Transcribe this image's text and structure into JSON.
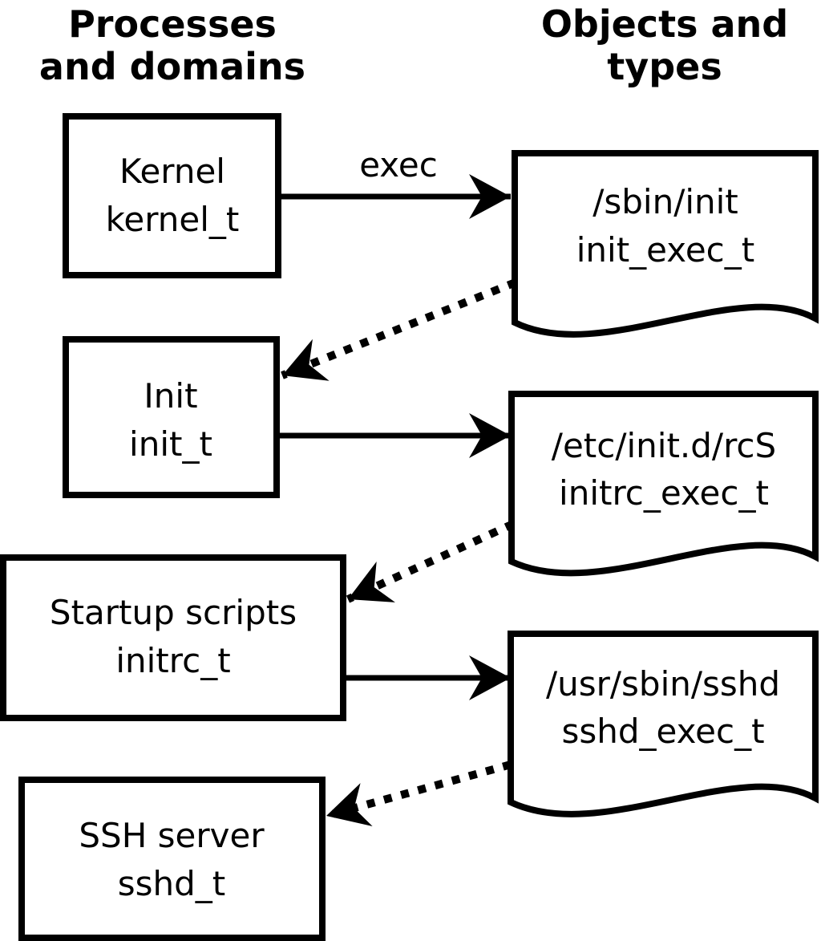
{
  "page": {
    "background_color": "#ffffff",
    "ink_color": "#000000"
  },
  "headers": {
    "left": {
      "line1": "Processes",
      "line2": "and domains"
    },
    "right": {
      "line1": "Objects and",
      "line2": "types"
    }
  },
  "process_nodes": [
    {
      "label": "Kernel",
      "domain": "kernel_t"
    },
    {
      "label": "Init",
      "domain": "init_t"
    },
    {
      "label": "Startup scripts",
      "domain": "initrc_t"
    },
    {
      "label": "SSH server",
      "domain": "sshd_t"
    }
  ],
  "object_nodes": [
    {
      "path": "/sbin/init",
      "type": "init_exec_t"
    },
    {
      "path": "/etc/init.d/rcS",
      "type": "initrc_exec_t"
    },
    {
      "path": "/usr/sbin/sshd",
      "type": "sshd_exec_t"
    }
  ],
  "edges": [
    {
      "from": "kernel_t",
      "to": "init_exec_t",
      "style": "solid",
      "label": "exec"
    },
    {
      "from": "init_exec_t",
      "to": "init_t",
      "style": "dotted",
      "label": ""
    },
    {
      "from": "init_t",
      "to": "initrc_exec_t",
      "style": "solid",
      "label": ""
    },
    {
      "from": "initrc_exec_t",
      "to": "initrc_t",
      "style": "dotted",
      "label": ""
    },
    {
      "from": "initrc_t",
      "to": "sshd_exec_t",
      "style": "solid",
      "label": ""
    },
    {
      "from": "sshd_exec_t",
      "to": "sshd_t",
      "style": "dotted",
      "label": ""
    }
  ]
}
